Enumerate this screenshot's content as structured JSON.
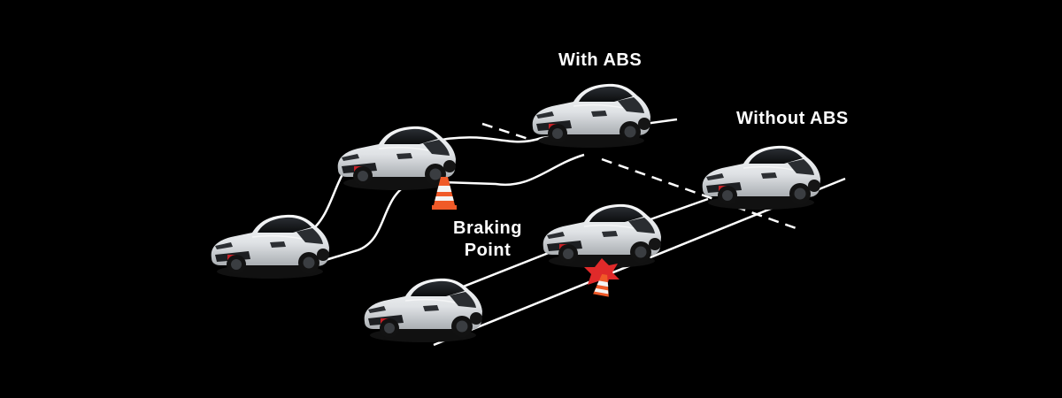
{
  "labels": {
    "with_abs": "With ABS",
    "without_abs": "Without ABS",
    "braking_point_line1": "Braking",
    "braking_point_line2": "Point"
  },
  "colors": {
    "background": "#000000",
    "path_line": "#ffffff",
    "car_body": "#e6e8ea",
    "car_shadow": "#8e9296",
    "car_dark": "#1a1a1a",
    "cone_orange": "#f05a28",
    "cone_white": "#f4f4f4",
    "impact_red": "#e02a2a"
  },
  "icons": {
    "car": "car-icon",
    "cone": "traffic-cone-icon",
    "impact": "collision-burst-icon"
  }
}
